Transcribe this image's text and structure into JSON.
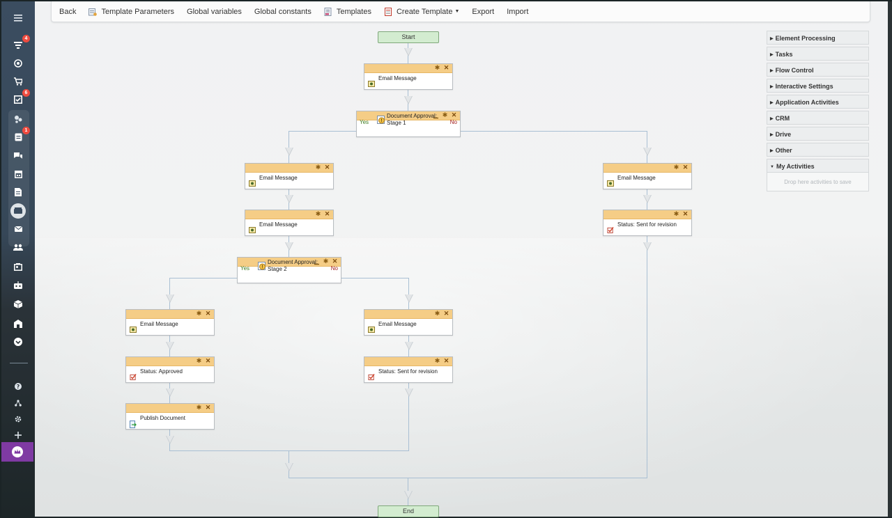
{
  "toolbar": {
    "back": "Back",
    "template_parameters": "Template Parameters",
    "global_variables": "Global variables",
    "global_constants": "Global constants",
    "templates": "Templates",
    "create_template": "Create Template",
    "export": "Export",
    "import": "Import"
  },
  "sidebar": {
    "badges": {
      "filter": "4",
      "tasks": "6",
      "feed": "1"
    },
    "icons": [
      "menu-icon",
      "filter-icon",
      "target-icon",
      "cart-icon",
      "tasks-icon",
      "sites-icon",
      "feed-icon",
      "chat-icon",
      "calendar-icon",
      "document-icon",
      "drive-icon",
      "mail-icon",
      "contacts-icon",
      "crm-card-icon",
      "robot-icon",
      "box-icon",
      "house-icon",
      "more-icon",
      "help-icon",
      "network-icon",
      "settings-icon",
      "add-icon",
      "crown-icon"
    ]
  },
  "flow": {
    "start": "Start",
    "end": "End",
    "yes": "Yes",
    "no": "No",
    "email_message": "Email Message",
    "approval1_line1": "Document Approval:",
    "approval1_line2": "Stage 1",
    "approval2_line1": "Document Approval:",
    "approval2_line2": "Stage 2",
    "status_sent_revision": "Status: Sent for revision",
    "status_approved": "Status: Approved",
    "publish_document": "Publish Document"
  },
  "panel": {
    "sections": [
      "Element Processing",
      "Tasks",
      "Flow Control",
      "Interactive Settings",
      "Application Activities",
      "CRM",
      "Drive",
      "Other",
      "My Activities"
    ],
    "drop_hint": "Drop here activities to save"
  },
  "colors": {
    "block_header": "#f5cd86",
    "start_end": "#d3ecd0",
    "connector": "#a9bfd3",
    "yes": "#3b7a1e",
    "no": "#a01818",
    "crown_bg": "#7f3aa3",
    "badge": "#ef4b3f"
  }
}
